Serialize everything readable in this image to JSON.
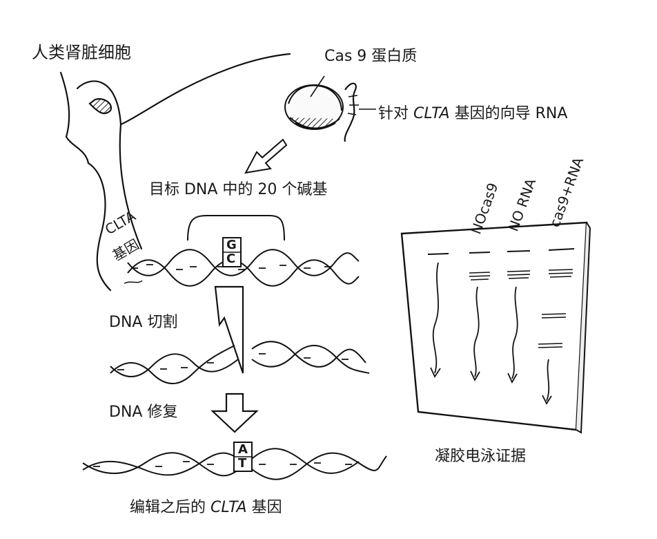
{
  "labels": {
    "cell": "人类肾脏细胞",
    "cas9": "Cas 9 蛋白质",
    "guide_pre": "针对",
    "guide_gene": "CLTA",
    "guide_post": "基因的向导 RNA",
    "target": "目标 DNA 中的 20 个碱基",
    "clta_1": "CLTA",
    "clta_2": "基因",
    "cut": "DNA 切割",
    "repair": "DNA 修复",
    "edited_pre": "编辑之后的",
    "edited_gene": "CLTA",
    "edited_post": "基因",
    "gel": "凝胶电泳证据"
  },
  "bases": {
    "original_top": "G",
    "original_bottom": "C",
    "edited_top": "A",
    "edited_bottom": "T"
  },
  "gel_lanes": [
    "NOcas9",
    "NO RNA",
    "cas9+RNA"
  ]
}
